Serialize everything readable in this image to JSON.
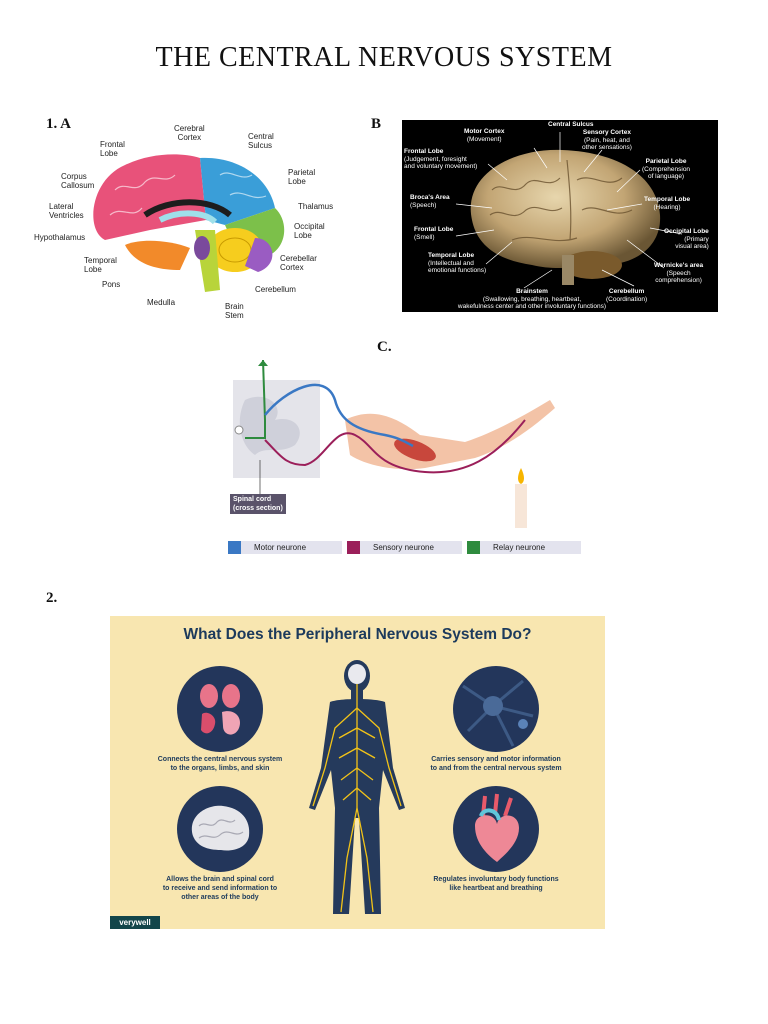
{
  "document": {
    "title": "THE CENTRAL NERVOUS SYSTEM",
    "section1_label": "1. A",
    "sectionB_label": "B",
    "sectionC_label": "C.",
    "section2_label": "2."
  },
  "figure_a": {
    "labels": {
      "cerebral_cortex": [
        "Cerebral",
        "Cortex"
      ],
      "central_sulcus": [
        "Central",
        "Sulcus"
      ],
      "frontal_lobe": [
        "Frontal",
        "Lobe"
      ],
      "parietal_lobe": [
        "Parietal",
        "Lobe"
      ],
      "corpus_callosum": [
        "Corpus",
        "Callosum"
      ],
      "thalamus": "Thalamus",
      "lateral_ventricles": [
        "Lateral",
        "Ventricles"
      ],
      "occipital_lobe": [
        "Occipital",
        "Lobe"
      ],
      "hypothalamus": "Hypothalamus",
      "temporal_lobe": [
        "Temporal",
        "Lobe"
      ],
      "cerebellar_cortex": [
        "Cerebellar",
        "Cortex"
      ],
      "pons": "Pons",
      "cerebellum": "Cerebellum",
      "medulla": "Medulla",
      "brain_stem": [
        "Brain",
        "Stem"
      ]
    }
  },
  "figure_b": {
    "labels": {
      "central_sulcus": "Central Sulcus",
      "motor_cortex": [
        "Motor Cortex",
        "(Movement)"
      ],
      "sensory_cortex": [
        "Sensory Cortex",
        "(Pain, heat, and",
        "other sensations)"
      ],
      "frontal_lobe": [
        "Frontal Lobe",
        "(Judgement, foresight",
        "and voluntary movement)"
      ],
      "parietal_lobe": [
        "Parietal Lobe",
        "(Comprehension",
        "of language)"
      ],
      "brocas_area": [
        "Broca's Area",
        "(Speech)"
      ],
      "temporal_lobe_right": [
        "Temporal Lobe",
        "(Hearing)"
      ],
      "frontal_lobe_smell": [
        "Frontal Lobe",
        "(Smell)"
      ],
      "occipital_lobe": [
        "Occipital Lobe",
        "(Primary",
        "visual area)"
      ],
      "temporal_lobe_left": [
        "Temporal Lobe",
        "(Intellectual and",
        "emotional functions)"
      ],
      "wernickes_area": [
        "Wernicke's area",
        "(Speech",
        "comprehension)"
      ],
      "brainstem": [
        "Brainstem",
        "(Swallowing, breathing, heartbeat,",
        "wakefulness center and other involuntary functions)"
      ],
      "cerebellum": [
        "Cerebellum",
        "(Coordination)"
      ]
    }
  },
  "figure_c": {
    "spinal_cord_label": [
      "Spinal cord",
      "(cross section)"
    ],
    "legend": [
      {
        "label": "Motor neurone",
        "color": "#3a78c4"
      },
      {
        "label": "Sensory neurone",
        "color": "#9b1f5a"
      },
      {
        "label": "Relay neurone",
        "color": "#2e8b3e"
      }
    ]
  },
  "infographic": {
    "title": "What Does the Peripheral Nervous System Do?",
    "captions": {
      "top_left": [
        "Connects the central nervous system",
        "to the organs, limbs, and skin"
      ],
      "top_right": [
        "Carries sensory and motor information",
        "to and from the central nervous system"
      ],
      "bottom_left": [
        "Allows the brain and spinal cord",
        "to receive and send information to",
        "other areas of the body"
      ],
      "bottom_right": [
        "Regulates involuntary body functions",
        "like heartbeat and breathing"
      ]
    },
    "brand": "verywell",
    "colors": {
      "background": "#f8e6b0",
      "circle": "#23365b",
      "title": "#1c3a5c",
      "nerves": "#f2c318"
    }
  }
}
